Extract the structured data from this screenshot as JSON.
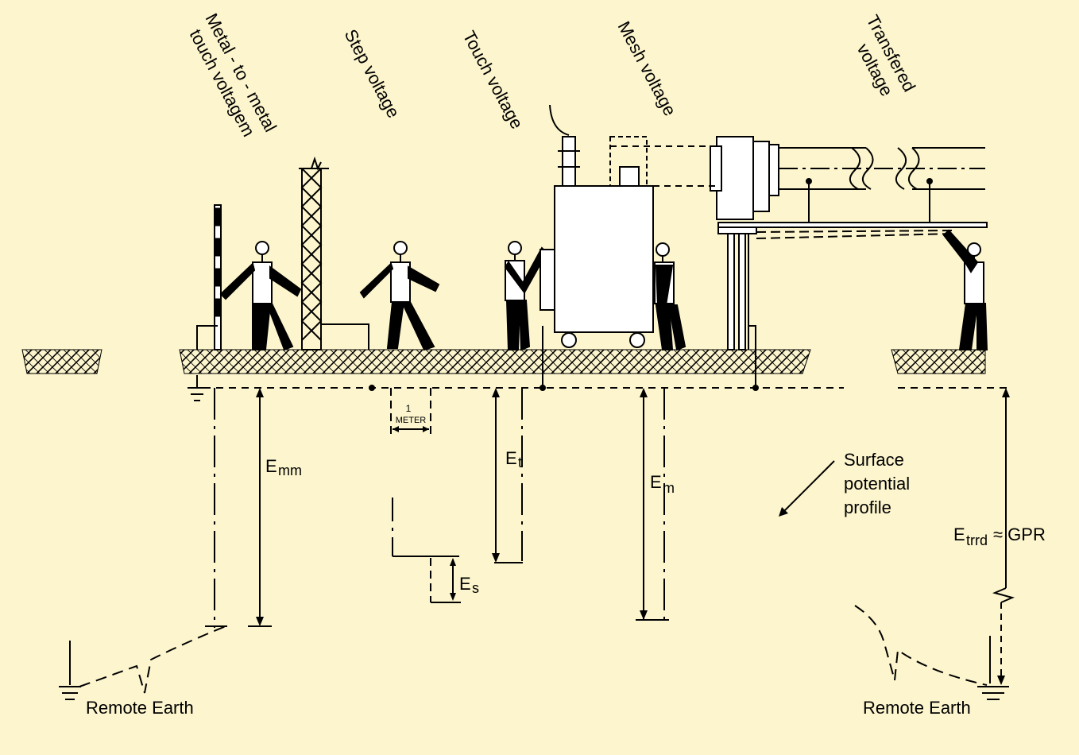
{
  "colors": {
    "background": "#fcf5cd",
    "ink": "#000000"
  },
  "headers": {
    "metal_to_metal_line1": "Metal - to - metal",
    "metal_to_metal_line2": "touch voltagem",
    "step": "Step voltage",
    "touch": "Touch voltage",
    "mesh": "Mesh voltage",
    "transfered_line1": "Transfered",
    "transfered_line2": "voltage"
  },
  "labels": {
    "emm_main": "E",
    "emm_sub": "mm",
    "et_main": "E",
    "et_sub": "t",
    "es_main": "E",
    "es_sub": "s",
    "em_main": "E",
    "em_sub": "m",
    "etrrd_main": "E",
    "etrrd_sub": "trrd",
    "etrrd_tail": " ≈ GPR",
    "meter_num": "1",
    "meter_word": "METER",
    "surface_line1": "Surface",
    "surface_line2": "potential",
    "surface_line3": "profile",
    "remote_earth_left": "Remote Earth",
    "remote_earth_right": "Remote Earth"
  }
}
